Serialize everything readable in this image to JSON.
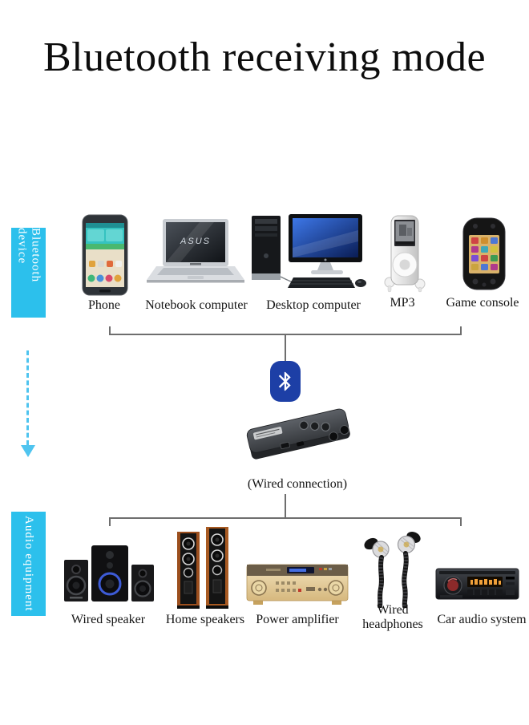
{
  "title": "Bluetooth receiving mode",
  "side_labels": {
    "bluetooth_device": "Bluetooth device",
    "audio_equipment": "Audio equipment"
  },
  "flow": {
    "arrow_icon": "dashed-down-arrow-icon",
    "connector_color": "#6e6e6e"
  },
  "colors": {
    "accent_cyan": "#2cc0ec",
    "arrow_cyan": "#4fc4ef",
    "bluetooth_blue": "#1d3fa6",
    "text": "#141414"
  },
  "brands": {
    "notebook": "ASUS"
  },
  "bluetooth_devices": [
    {
      "label": "Phone",
      "icon": "phone-icon"
    },
    {
      "label": "Notebook computer",
      "icon": "notebook-computer-icon"
    },
    {
      "label": "Desktop computer",
      "icon": "desktop-computer-icon"
    },
    {
      "label": "MP3",
      "icon": "mp3-player-icon"
    },
    {
      "label": "Game console",
      "icon": "game-console-icon"
    }
  ],
  "receiver": {
    "bluetooth_icon": "bluetooth-icon",
    "device_icon": "bluetooth-receiver-icon",
    "caption": "(Wired connection)"
  },
  "audio_equipment": [
    {
      "label": "Wired speaker",
      "icon": "wired-speaker-icon"
    },
    {
      "label": "Home speakers",
      "icon": "home-speakers-icon"
    },
    {
      "label": "Power amplifier",
      "icon": "power-amplifier-icon"
    },
    {
      "label": "Wired headphones",
      "icon": "wired-headphones-icon"
    },
    {
      "label": "Car audio system",
      "icon": "car-audio-system-icon"
    }
  ]
}
